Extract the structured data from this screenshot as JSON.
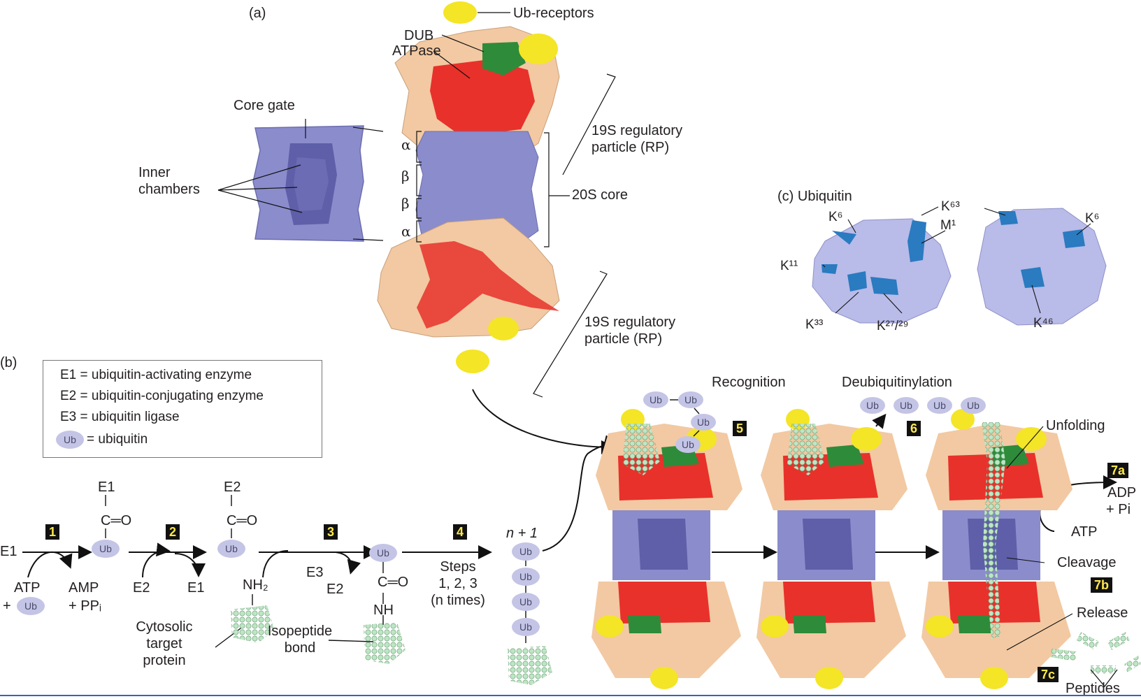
{
  "panels": {
    "a": "(a)",
    "b": "(b)",
    "c": "(c) Ubiquitin"
  },
  "structure_labels": {
    "ub_receptors": "Ub-receptors",
    "dub": "DUB",
    "atpase": "ATPase",
    "core_gate": "Core gate",
    "inner_chambers": [
      "Inner",
      "chambers"
    ],
    "rp_top": [
      "19S regulatory",
      "particle (RP)"
    ],
    "core": "20S core",
    "rp_bottom": [
      "19S regulatory",
      "particle (RP)"
    ],
    "rings": [
      "α",
      "β",
      "β",
      "α"
    ]
  },
  "legend": {
    "e1": "E1 = ubiquitin-activating enzyme",
    "e2": "E2 = ubiquitin-conjugating enzyme",
    "e3": "E3 = ubiquitin ligase",
    "ub_symbol": "Ub",
    "ub": "= ubiquitin"
  },
  "ubiquitin_sites": {
    "left": [
      "K⁶",
      "M¹",
      "K¹¹",
      "K³³",
      "K²⁷/²⁹",
      "K⁶³"
    ],
    "right": [
      "K⁶",
      "K⁴⁶"
    ]
  },
  "pathway": {
    "steps": [
      "1",
      "2",
      "3",
      "4",
      "5",
      "6",
      "7a",
      "7b",
      "7c"
    ],
    "e1": "E1",
    "e2": "E2",
    "e3": "E3",
    "atp": "ATP",
    "plus": "+",
    "amp": "AMP",
    "ppi": "+ PPᵢ",
    "nh2": "NH₂",
    "nh": "NH",
    "co": "C═O",
    "ub": "Ub",
    "target": [
      "Cytosolic",
      "target",
      "protein"
    ],
    "isopeptide": [
      "Isopeptide",
      "bond"
    ],
    "steps_repeat": [
      "Steps",
      "1, 2, 3",
      "(n times)"
    ],
    "n_plus_1": "n + 1",
    "recognition": "Recognition",
    "deubiq": "Deubiquitinylation",
    "unfolding": "Unfolding",
    "adp": "ADP",
    "pi": "+ Pi",
    "atp2": "ATP",
    "cleavage": "Cleavage",
    "release": "Release",
    "peptides": "Peptides"
  },
  "colors": {
    "tan": "#f2c9a2",
    "red": "#e8312a",
    "green": "#2e8b3a",
    "yellow": "#f4e526",
    "core": "#8a8ccc",
    "core_dark": "#5e5fa8",
    "ub": "#c4c4e6",
    "ub_site": "#2a7bc0",
    "protein": "#bde6c4",
    "badge_bg": "#111111",
    "badge_fg": "#ffe94a"
  }
}
